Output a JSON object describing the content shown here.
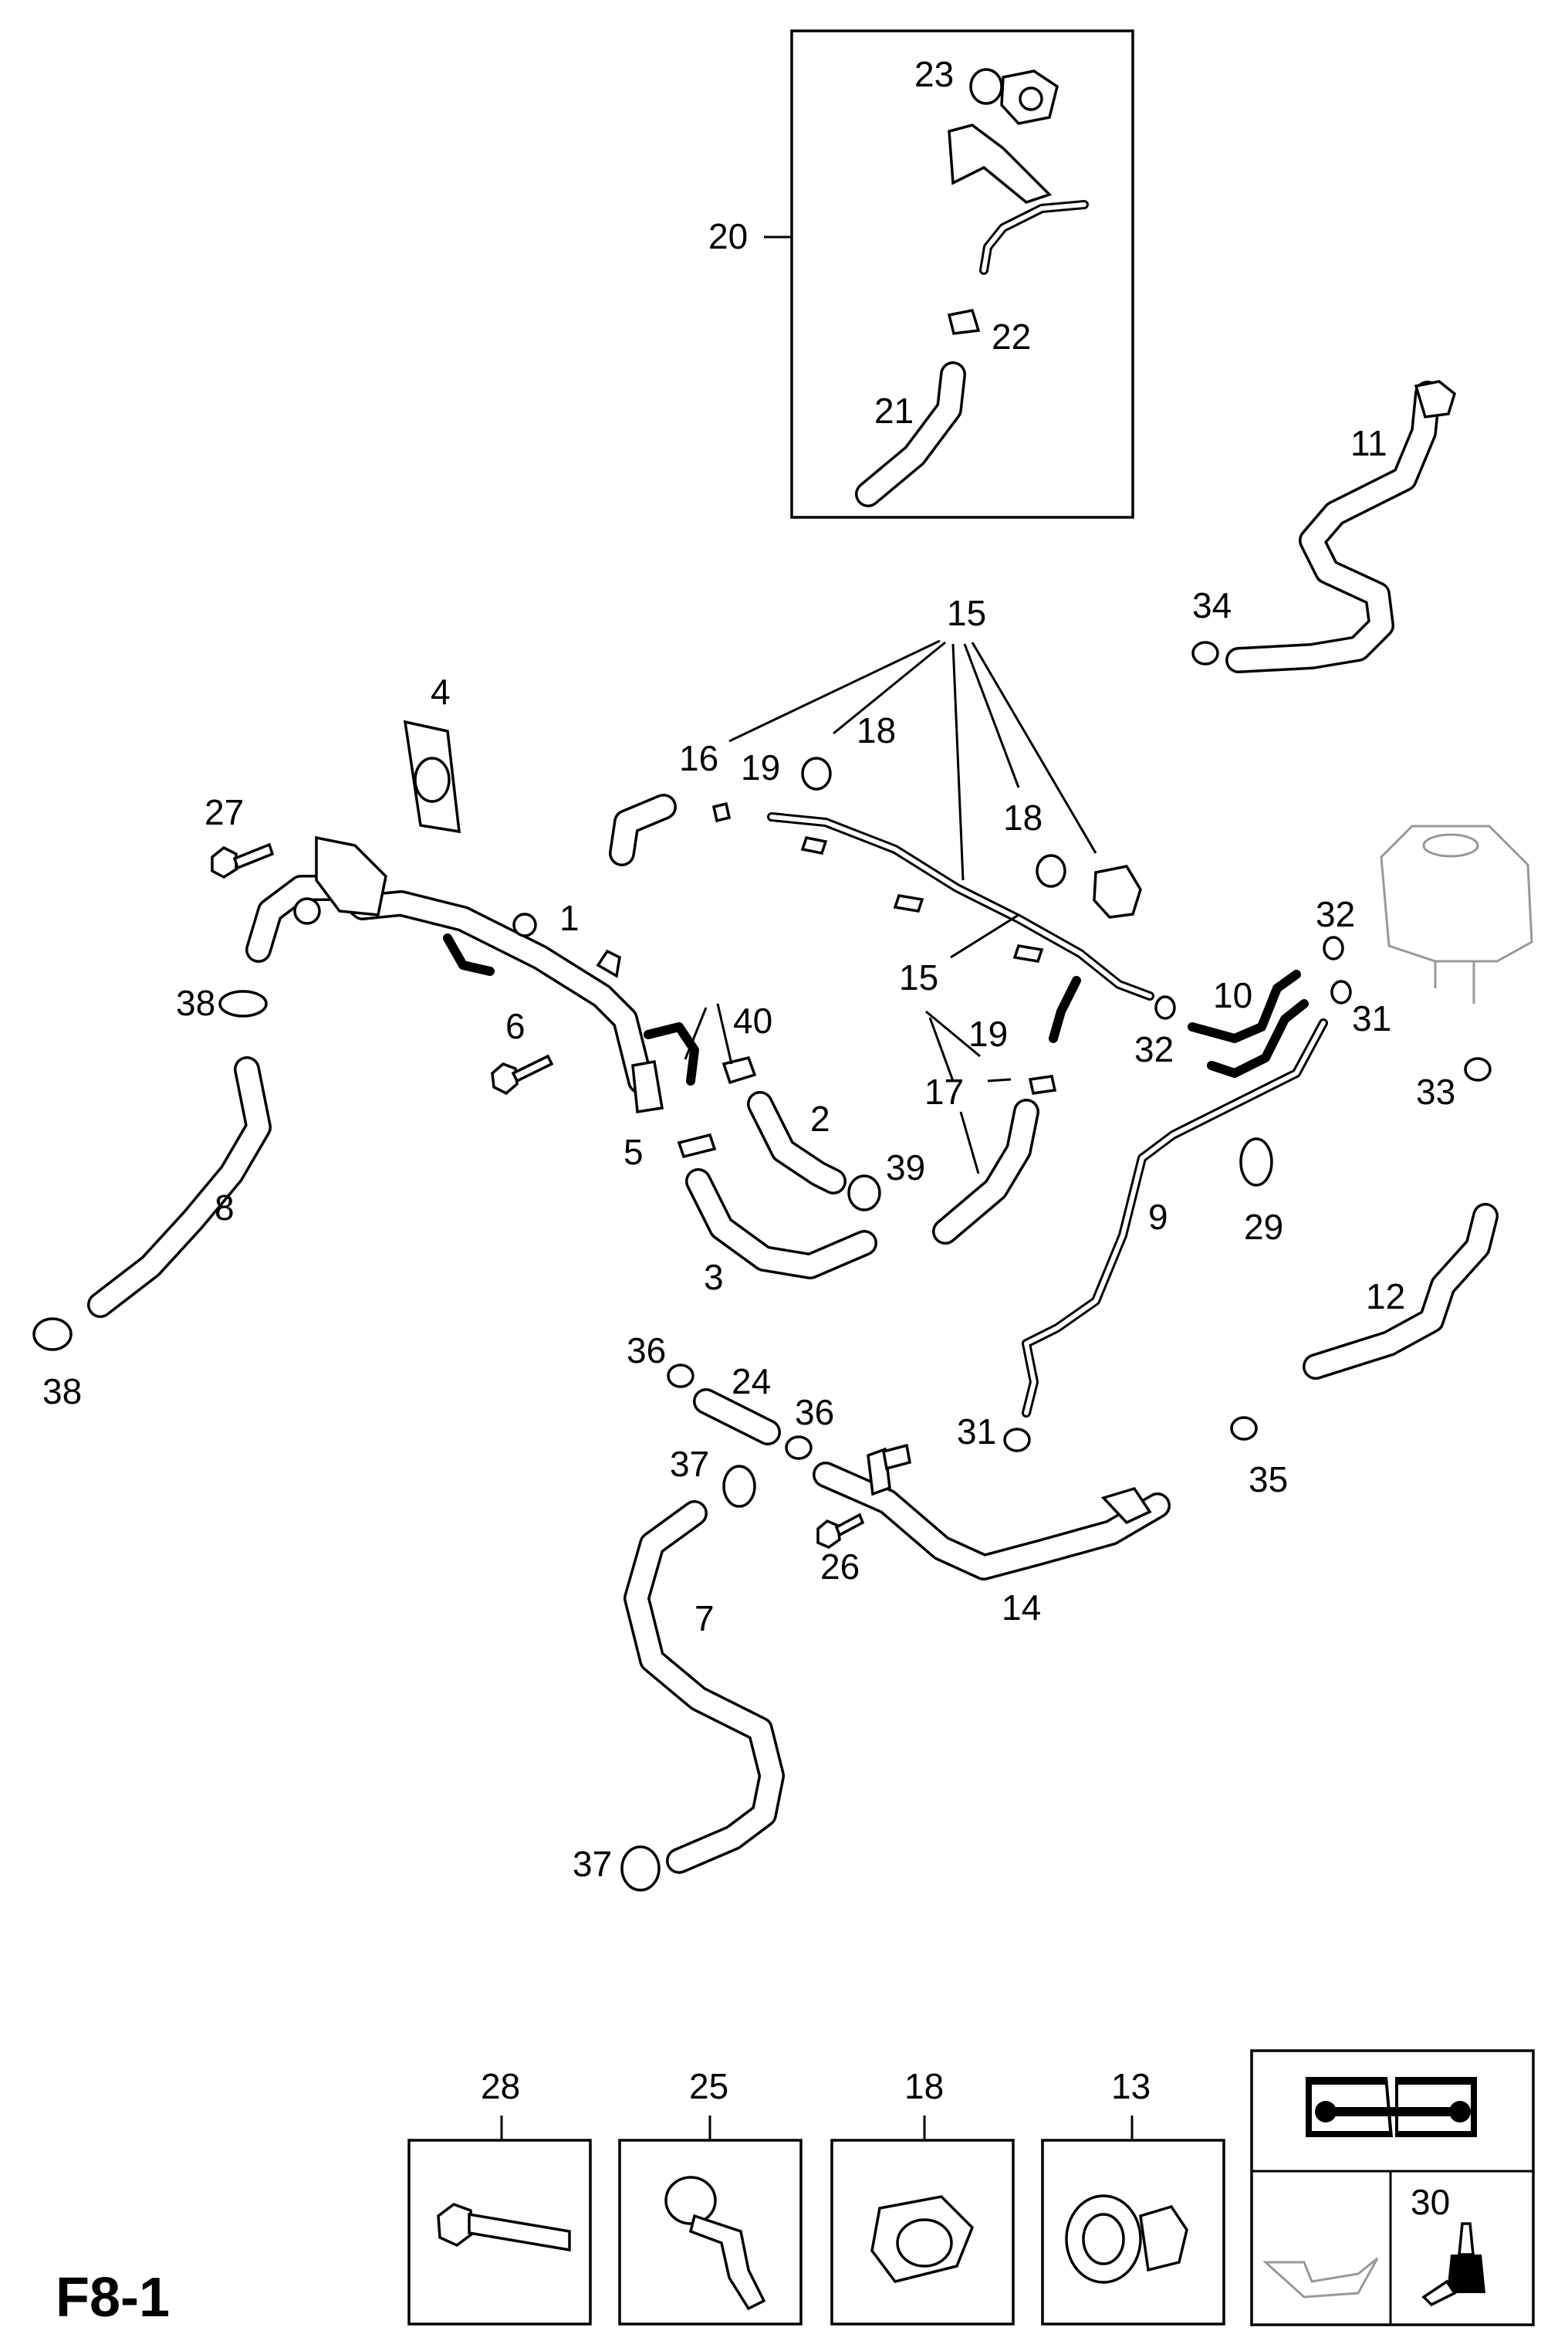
{
  "title": "F8-1",
  "callouts": {
    "n1": "1",
    "n2": "2",
    "n3": "3",
    "n4": "4",
    "n5": "5",
    "n6": "6",
    "n7": "7",
    "n8": "8",
    "n9": "9",
    "n10": "10",
    "n11": "11",
    "n12": "12",
    "n14": "14",
    "n15": "15",
    "n16": "16",
    "n17": "17",
    "n18": "18",
    "n19": "19",
    "n20": "20",
    "n21": "21",
    "n22": "22",
    "n23": "23",
    "n24": "24",
    "n26": "26",
    "n27": "27",
    "n29": "29",
    "n31": "31",
    "n32": "32",
    "n33": "33",
    "n34": "34",
    "n35": "35",
    "n36": "36",
    "n37": "37",
    "n38": "38",
    "n39": "39",
    "n40": "40"
  },
  "legend_boxes": [
    {
      "label": "28",
      "icon": "flange-bolt-icon"
    },
    {
      "label": "25",
      "icon": "hose-clip-icon"
    },
    {
      "label": "18",
      "icon": "clip-bracket-icon"
    },
    {
      "label": "13",
      "icon": "grommet-icon"
    }
  ],
  "service_box": {
    "icon": "repair-manual-icon",
    "oil_icon": "oil-can-icon",
    "label": "30",
    "bottle_icon": "sealant-bottle-icon"
  }
}
